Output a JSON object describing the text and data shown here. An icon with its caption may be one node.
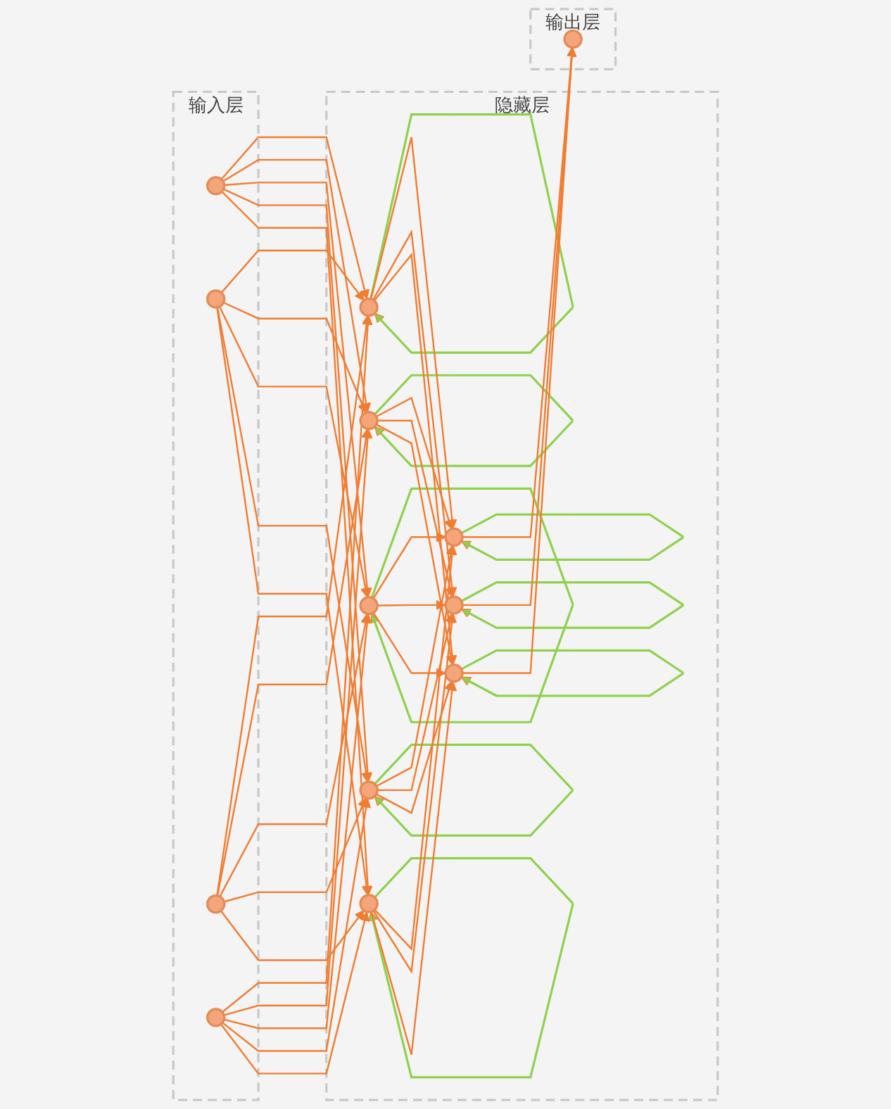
{
  "diagram": {
    "nodes": [
      {
        "text": [
          "输入层"
        ]
      },
      {
        "text": [],
        "shape": "circle",
        "in": 0
      },
      {
        "text": [],
        "shape": "circle",
        "in": 0
      },
      {
        "text": [],
        "shape": "circle",
        "in": 0
      },
      {
        "text": [],
        "shape": "circle",
        "in": 0
      },
      {
        "text": [
          "隐藏层"
        ]
      },
      {
        "text": [],
        "shape": "circle",
        "in": 5
      },
      {
        "text": [],
        "shape": "circle",
        "in": 5
      },
      {
        "text": [],
        "shape": "circle",
        "in": 5
      },
      {
        "text": [],
        "shape": "circle",
        "in": 5
      },
      {
        "text": [],
        "shape": "circle",
        "in": 5
      },
      {
        "text": [],
        "shape": "circle",
        "in": 5
      },
      {
        "text": [],
        "shape": "circle",
        "in": 5
      },
      {
        "text": [],
        "shape": "circle",
        "in": 5
      },
      {
        "text": [
          "输出层"
        ]
      },
      {
        "text": [],
        "shape": "circle",
        "in": 14
      }
    ],
    "edges": [
      {
        "from": 1,
        "to": 6,
        "arrow": "to"
      },
      {
        "from": 1,
        "to": 7,
        "arrow": "to"
      },
      {
        "from": 1,
        "to": 8,
        "arrow": "to"
      },
      {
        "from": 1,
        "to": 9,
        "arrow": "to"
      },
      {
        "from": 1,
        "to": 10,
        "arrow": "to"
      },
      {
        "from": 2,
        "to": 6,
        "arrow": "to"
      },
      {
        "from": 2,
        "to": 7,
        "arrow": "to"
      },
      {
        "from": 2,
        "to": 8,
        "arrow": "to"
      },
      {
        "from": 2,
        "to": 9,
        "arrow": "to"
      },
      {
        "from": 2,
        "to": 10,
        "arrow": "to"
      },
      {
        "from": 3,
        "to": 6,
        "arrow": "to"
      },
      {
        "from": 3,
        "to": 7,
        "arrow": "to"
      },
      {
        "from": 3,
        "to": 8,
        "arrow": "to"
      },
      {
        "from": 3,
        "to": 9,
        "arrow": "to"
      },
      {
        "from": 3,
        "to": 10,
        "arrow": "to"
      },
      {
        "from": 4,
        "to": 6,
        "arrow": "to"
      },
      {
        "from": 4,
        "to": 7,
        "arrow": "to"
      },
      {
        "from": 4,
        "to": 8,
        "arrow": "to"
      },
      {
        "from": 4,
        "to": 9,
        "arrow": "to"
      },
      {
        "from": 4,
        "to": 10,
        "arrow": "to"
      },
      {
        "from": 6,
        "to": 6,
        "arrow": "to",
        "color": "#8fd14f"
      },
      {
        "from": 7,
        "to": 7,
        "arrow": "to",
        "color": "#8fd14f"
      },
      {
        "from": 8,
        "to": 8,
        "arrow": "to",
        "color": "#8fd14f"
      },
      {
        "from": 9,
        "to": 9,
        "arrow": "to",
        "color": "#8fd14f"
      },
      {
        "from": 10,
        "to": 10,
        "arrow": "to",
        "color": "#8fd14f"
      },
      {
        "from": 6,
        "to": 11,
        "arrow": "to"
      },
      {
        "from": 6,
        "to": 12,
        "arrow": "to"
      },
      {
        "from": 6,
        "to": 13,
        "arrow": "to"
      },
      {
        "from": 7,
        "to": 11,
        "arrow": "to"
      },
      {
        "from": 7,
        "to": 12,
        "arrow": "to"
      },
      {
        "from": 7,
        "to": 13,
        "arrow": "to"
      },
      {
        "from": 8,
        "to": 11,
        "arrow": "to"
      },
      {
        "from": 8,
        "to": 12,
        "arrow": "to"
      },
      {
        "from": 8,
        "to": 13,
        "arrow": "to"
      },
      {
        "from": 9,
        "to": 11,
        "arrow": "to"
      },
      {
        "from": 9,
        "to": 12,
        "arrow": "to"
      },
      {
        "from": 9,
        "to": 13,
        "arrow": "to"
      },
      {
        "from": 10,
        "to": 11,
        "arrow": "to"
      },
      {
        "from": 10,
        "to": 12,
        "arrow": "to"
      },
      {
        "from": 10,
        "to": 13,
        "arrow": "to"
      },
      {
        "from": 11,
        "to": 11,
        "arrow": "to",
        "color": "#8fd14f"
      },
      {
        "from": 12,
        "to": 12,
        "arrow": "to",
        "color": "#8fd14f"
      },
      {
        "from": 13,
        "to": 13,
        "arrow": "to",
        "color": "#8fd14f"
      },
      {
        "from": 11,
        "to": 15,
        "arrow": "to"
      },
      {
        "from": 12,
        "to": 15,
        "arrow": "to"
      },
      {
        "from": 13,
        "to": 15,
        "arrow": "to"
      }
    ]
  }
}
